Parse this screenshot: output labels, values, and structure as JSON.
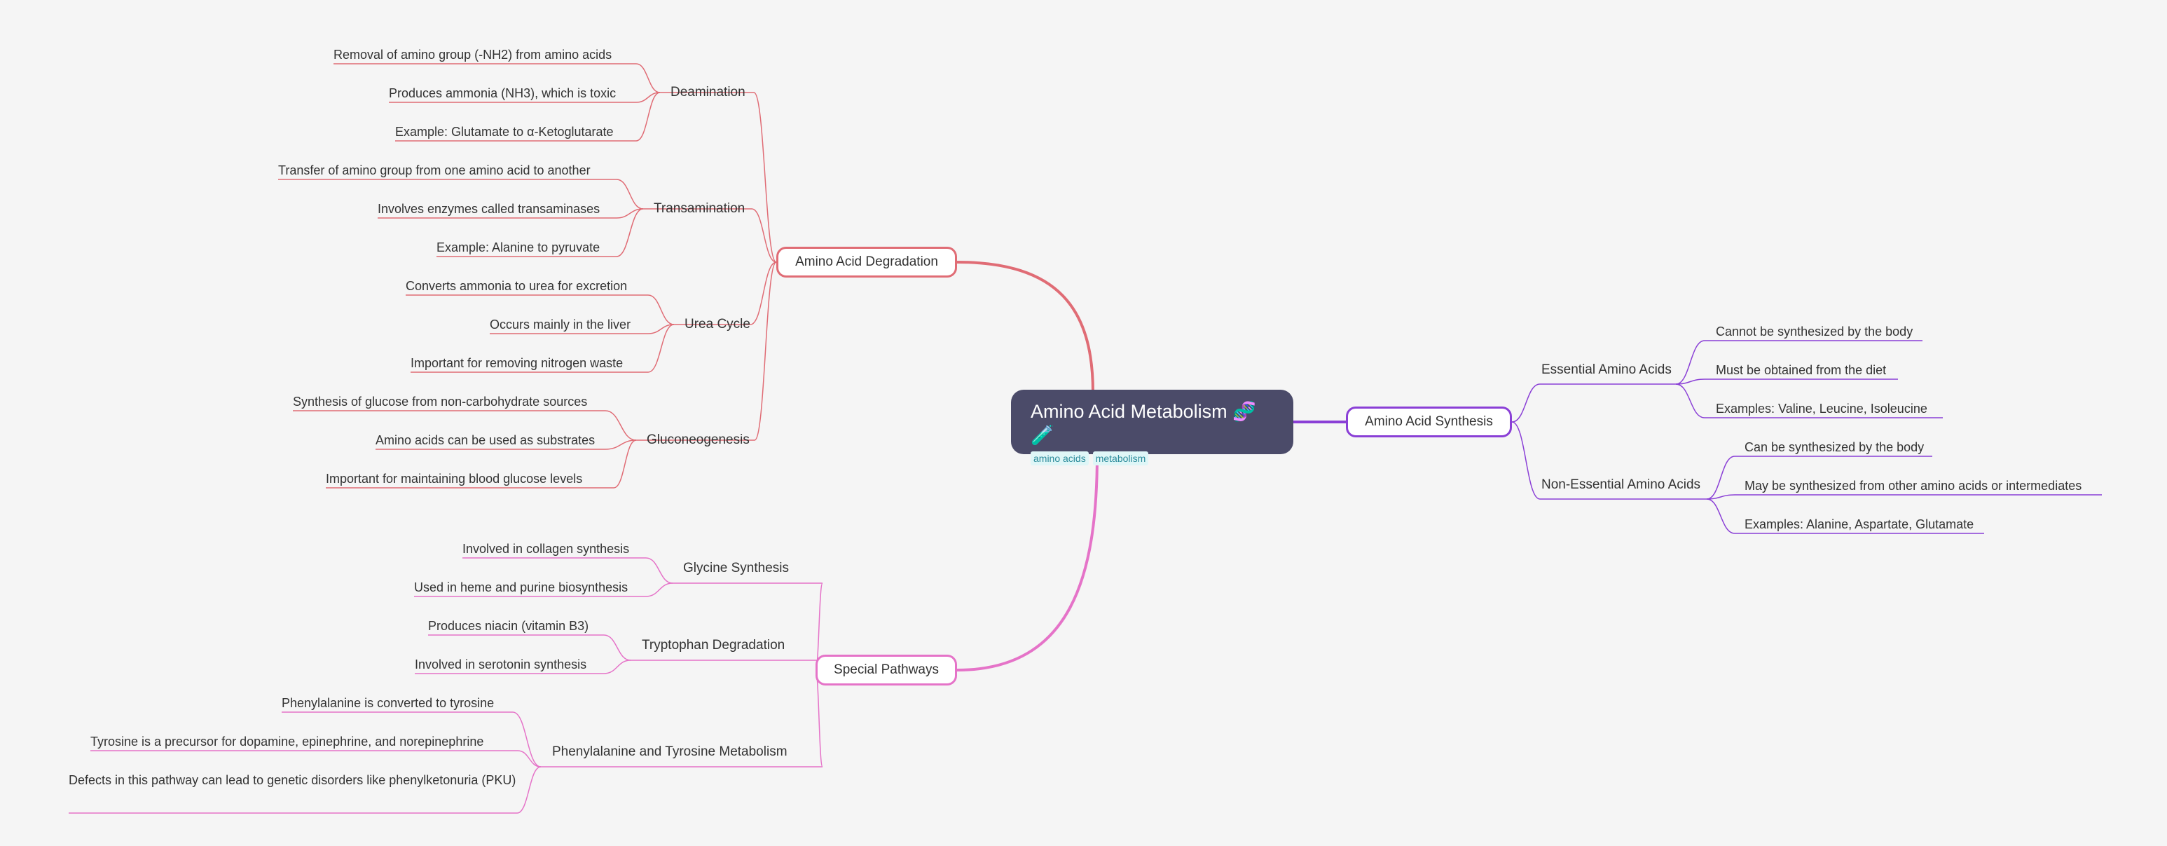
{
  "root": {
    "title": "Amino Acid Metabolism 🧬🧪",
    "tags": [
      "amino acids",
      "metabolism"
    ]
  },
  "colors": {
    "degradation": "#e06c75",
    "synthesis": "#8a3fd6",
    "special": "#e573c8",
    "root_bg": "#4b4b69"
  },
  "degradation": {
    "label": "Amino Acid Degradation",
    "groups": [
      {
        "label": "Deamination",
        "items": [
          "Removal of amino group (-NH2) from amino acids",
          "Produces ammonia (NH3), which is toxic",
          "Example: Glutamate to α-Ketoglutarate"
        ]
      },
      {
        "label": "Transamination",
        "items": [
          "Transfer of amino group from one amino acid to another",
          "Involves enzymes called transaminases",
          "Example: Alanine to pyruvate"
        ]
      },
      {
        "label": "Urea Cycle",
        "items": [
          "Converts ammonia to urea for excretion",
          "Occurs mainly in the liver",
          "Important for removing nitrogen waste"
        ]
      },
      {
        "label": "Gluconeogenesis",
        "items": [
          "Synthesis of glucose from non-carbohydrate sources",
          "Amino acids can be used as substrates",
          "Important for maintaining blood glucose levels"
        ]
      }
    ]
  },
  "synthesis": {
    "label": "Amino Acid Synthesis",
    "groups": [
      {
        "label": "Essential Amino Acids",
        "items": [
          "Cannot be synthesized by the body",
          "Must be obtained from the diet",
          "Examples: Valine, Leucine, Isoleucine"
        ]
      },
      {
        "label": "Non-Essential Amino Acids",
        "items": [
          "Can be synthesized by the body",
          "May be synthesized from other amino acids or intermediates",
          "Examples: Alanine, Aspartate, Glutamate"
        ]
      }
    ]
  },
  "special": {
    "label": "Special Pathways",
    "groups": [
      {
        "label": "Glycine Synthesis",
        "items": [
          "Involved in collagen synthesis",
          "Used in heme and purine biosynthesis"
        ]
      },
      {
        "label": "Tryptophan Degradation",
        "items": [
          "Produces niacin (vitamin B3)",
          "Involved in serotonin synthesis"
        ]
      },
      {
        "label": "Phenylalanine and Tyrosine Metabolism",
        "items": [
          "Phenylalanine is converted to tyrosine",
          "Tyrosine is a precursor for dopamine, epinephrine, and norepinephrine",
          "Defects in this pathway can lead to genetic disorders like phenylketonuria (PKU)"
        ]
      }
    ]
  }
}
